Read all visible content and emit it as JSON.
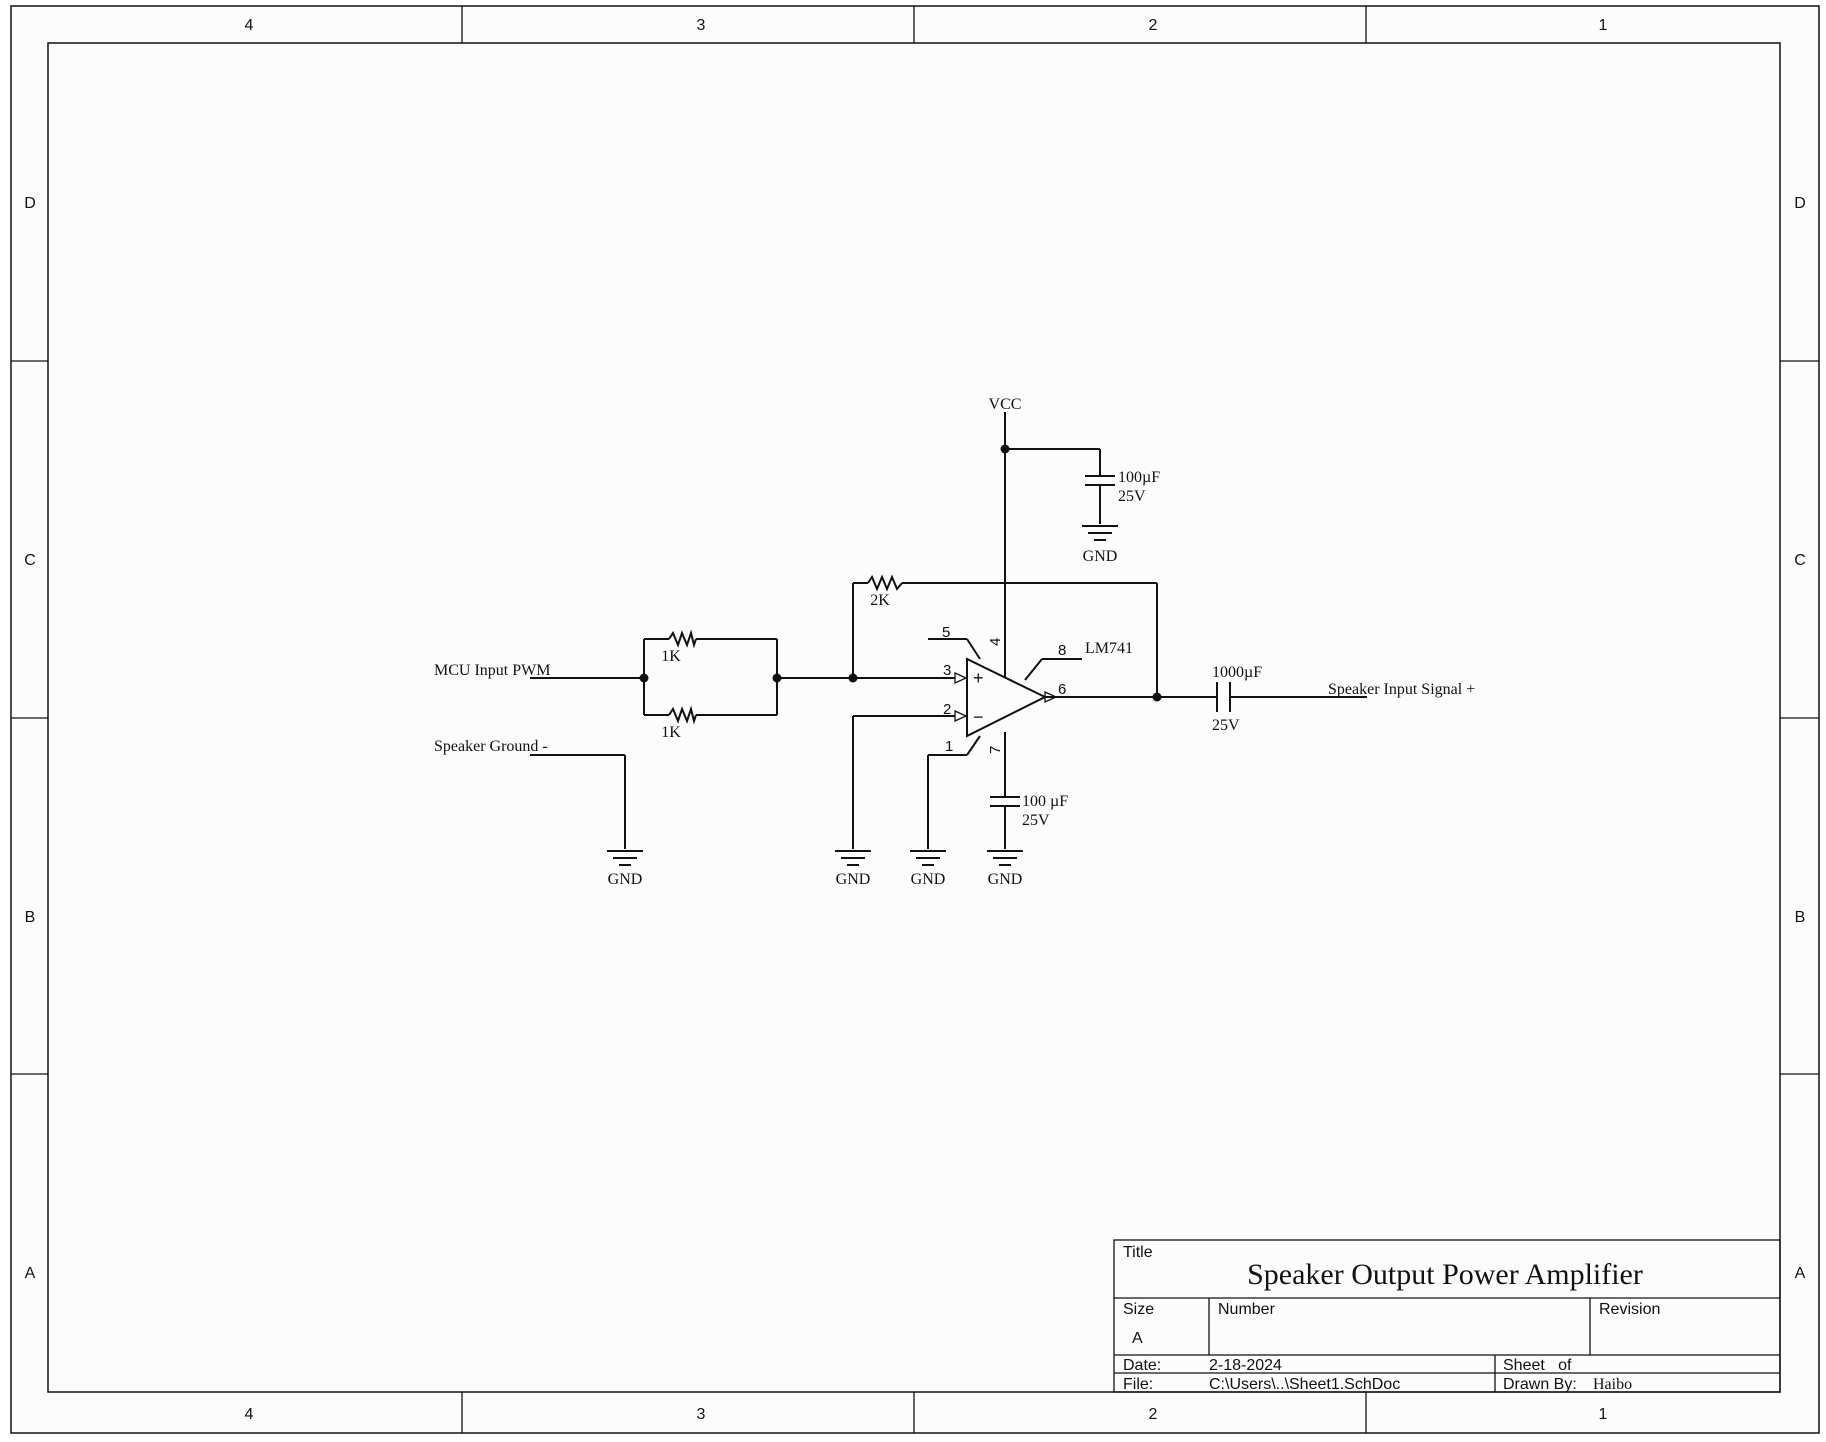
{
  "border": {
    "columns": [
      "4",
      "3",
      "2",
      "1"
    ],
    "rows": [
      "D",
      "C",
      "B",
      "A"
    ]
  },
  "schematic": {
    "vcc": "VCC",
    "gnd": "GND",
    "cap_supply_value": "100µF",
    "cap_supply_voltage": "25V",
    "r_feedback": "2K",
    "r_input_top": "1K",
    "r_input_bottom": "1K",
    "opamp_part": "LM741",
    "pins": {
      "p1": "1",
      "p2": "2",
      "p3": "3",
      "p4": "4",
      "p5": "5",
      "p6": "6",
      "p7": "7",
      "p8": "8"
    },
    "plus_sign": "+",
    "minus_sign": "−",
    "cap_output_value": "1000µF",
    "cap_output_voltage": "25V",
    "cap_v7_value": "100 µF",
    "cap_v7_voltage": "25V",
    "mcu_input": "MCU Input PWM",
    "speaker_ground": "Speaker Ground -",
    "speaker_signal": "Speaker Input Signal +"
  },
  "title_block": {
    "title_label": "Title",
    "title": "Speaker Output Power Amplifier",
    "size_label": "Size",
    "size_value": "A",
    "number_label": "Number",
    "revision_label": "Revision",
    "date_label": "Date:",
    "date_value": "2-18-2024",
    "file_label": "File:",
    "file_value": "C:\\Users\\..\\Sheet1.SchDoc",
    "sheet_label": "Sheet   of",
    "drawn_label": "Drawn By:",
    "drawn_value": "Haibo"
  }
}
